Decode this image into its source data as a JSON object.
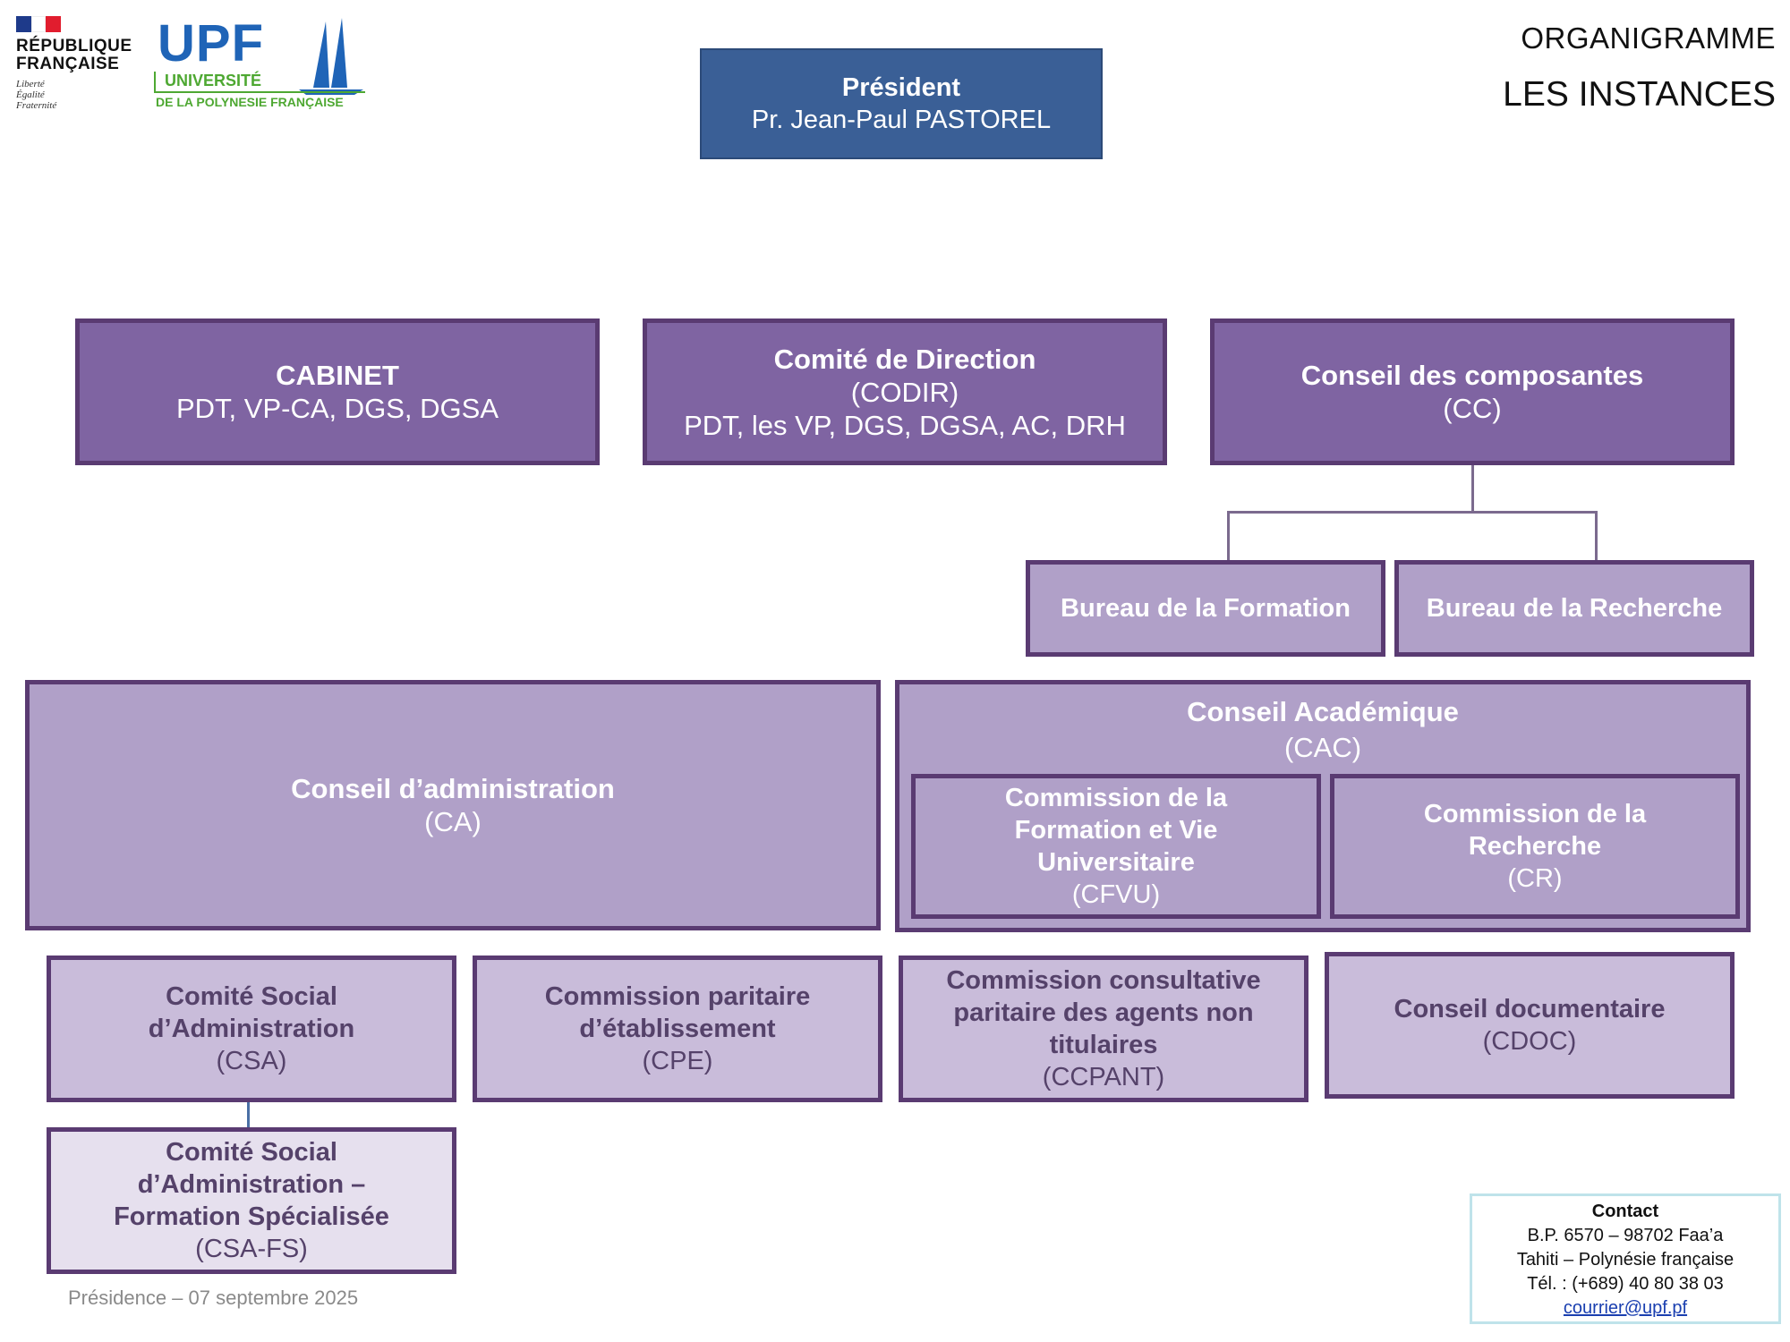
{
  "logos": {
    "republique": {
      "line1": "RÉPUBLIQUE",
      "line2": "FRANÇAISE",
      "motto1": "Liberté",
      "motto2": "Égalité",
      "motto3": "Fraternité"
    },
    "upf": {
      "acronym": "UPF",
      "universite": "UNIVERSITÉ",
      "subtitle": "DE LA POLYNESIE FRANÇAISE"
    }
  },
  "header": {
    "label": "ORGANIGRAMME",
    "title": "LES INSTANCES"
  },
  "president": {
    "title": "Président",
    "name": "Pr. Jean-Paul PASTOREL"
  },
  "cabinet": {
    "title": "CABINET",
    "members": "PDT, VP-CA, DGS, DGSA"
  },
  "codir": {
    "title": "Comité de Direction",
    "abbr": "(CODIR)",
    "members": "PDT, les VP, DGS, DGSA, AC, DRH"
  },
  "cc": {
    "title": "Conseil des composantes",
    "abbr": "(CC)"
  },
  "bureau_formation": {
    "title": "Bureau de la Formation"
  },
  "bureau_recherche": {
    "title": "Bureau de la Recherche"
  },
  "ca": {
    "title": "Conseil d’administration",
    "abbr": "(CA)"
  },
  "cac": {
    "title": "Conseil Académique",
    "abbr": "(CAC)"
  },
  "cfvu": {
    "line1": "Commission de la",
    "line2": "Formation et Vie",
    "line3": "Universitaire",
    "abbr": "(CFVU)"
  },
  "cr": {
    "line1": "Commission de la",
    "line2": "Recherche",
    "abbr": "(CR)"
  },
  "csa": {
    "line1": "Comité Social",
    "line2": "d’Administration",
    "abbr": "(CSA)"
  },
  "cpe": {
    "line1": "Commission paritaire",
    "line2": "d’établissement",
    "abbr": "(CPE)"
  },
  "ccpant": {
    "line1": "Commission consultative",
    "line2": "paritaire des agents non",
    "line3": "titulaires",
    "abbr": "(CCPANT)"
  },
  "cdoc": {
    "title": "Conseil documentaire",
    "abbr": "(CDOC)"
  },
  "csafs": {
    "line1": "Comité Social",
    "line2": "d’Administration –",
    "line3": "Formation Spécialisée",
    "abbr": "(CSA-FS)"
  },
  "contact": {
    "heading": "Contact",
    "address": "B.P. 6570 – 98702 Faa’a",
    "location": "Tahiti – Polynésie française",
    "phone": "Tél. : (+689) 40 80 38 03",
    "email": "courrier@upf.pf"
  },
  "footer": {
    "text": "Présidence – 07 septembre 2025"
  },
  "colors": {
    "president": "#3a5f96",
    "level1": "#7f64a2",
    "level2": "#b0a0c8",
    "level3": "#c9bcda",
    "level4": "#e6e0ee",
    "border": "#5a3b72"
  }
}
